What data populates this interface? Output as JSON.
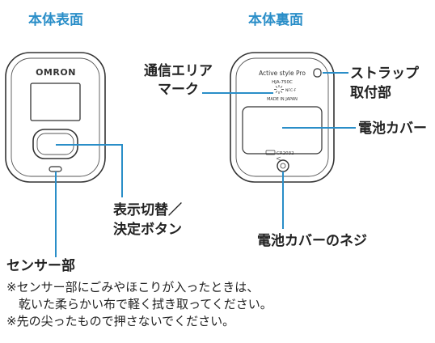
{
  "titles": {
    "front": "本体表面",
    "back": "本体裏面"
  },
  "front": {
    "brand": "OMRON"
  },
  "back": {
    "model_name": "Active style Pro",
    "model_number": "HJA-750C",
    "nfc_mark": "NFC-F",
    "made_in": "MADE IN JAPAN",
    "battery_type": "CR2032"
  },
  "labels": {
    "comm_area": [
      "通信エリア",
      "マーク"
    ],
    "strap": [
      "ストラップ",
      "取付部"
    ],
    "battery_cover": "電池カバー",
    "battery_screw": "電池カバーのネジ",
    "display_button": [
      "表示切替／",
      "決定ボタン"
    ],
    "sensor": "センサー部"
  },
  "notes": [
    "※センサー部にごみやほこりが入ったときは、",
    "　乾いた柔らかい布で軽く拭き取ってください。",
    "※先の尖ったもので押さないでください。"
  ],
  "colors": {
    "title": "#2a8ec8",
    "line": "#2a8ec8",
    "device": "#333333"
  }
}
